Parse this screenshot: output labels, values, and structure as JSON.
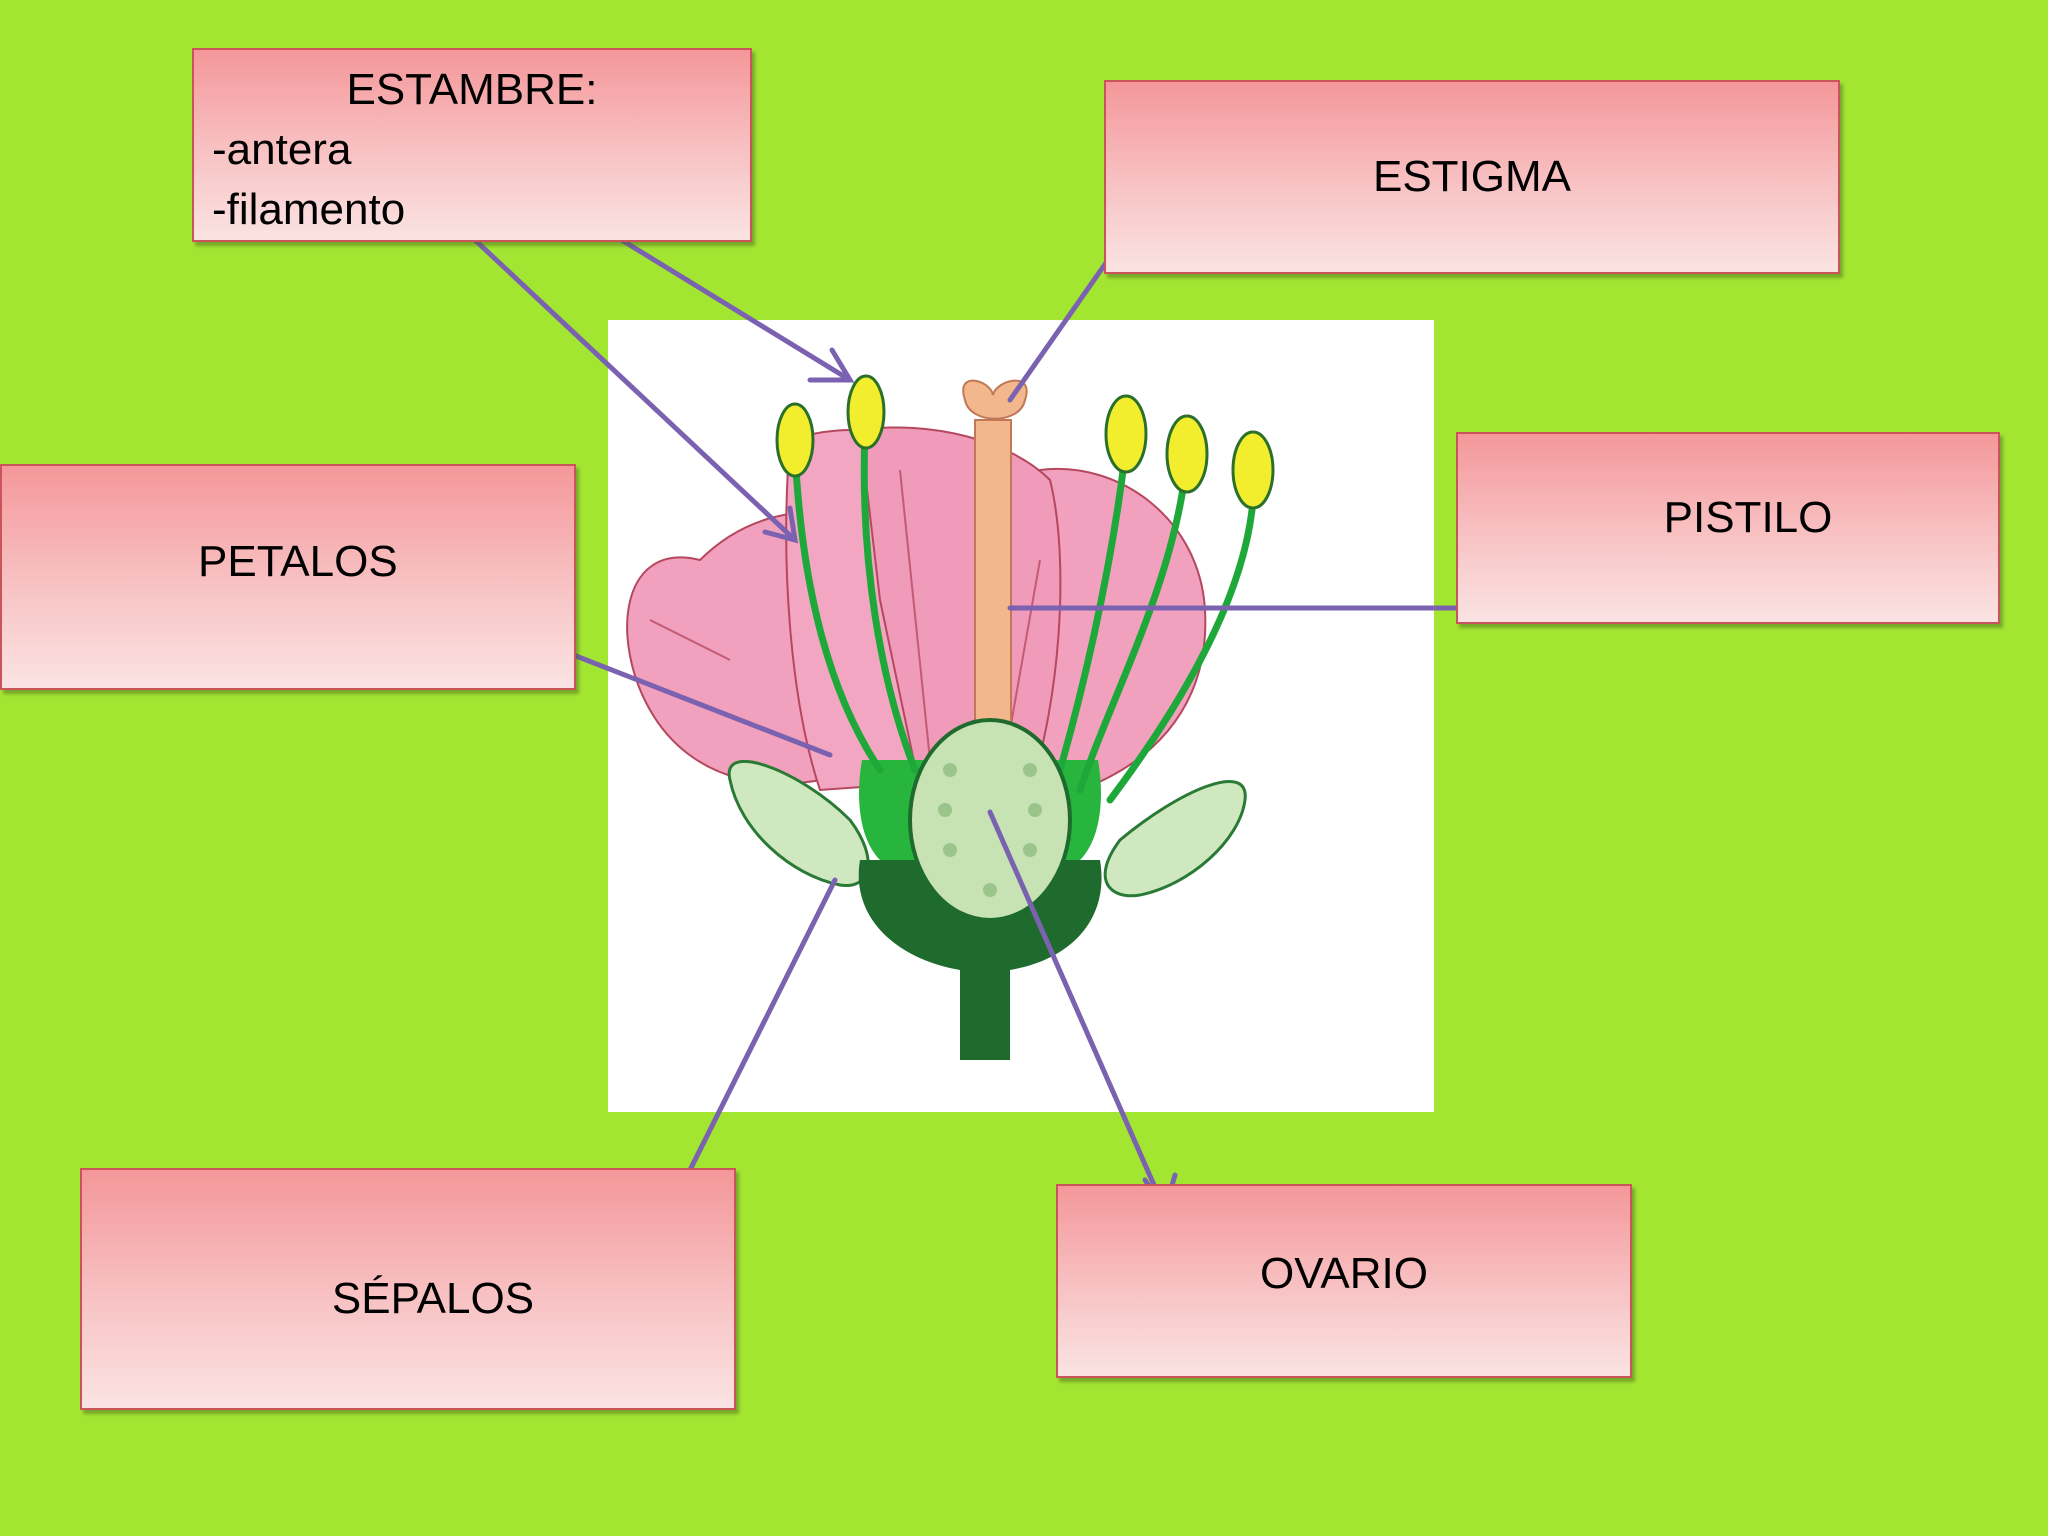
{
  "labels": {
    "estambre": {
      "title": "ESTAMBRE:",
      "line1": "-antera",
      "line2": "-filamento"
    },
    "estigma": "ESTIGMA",
    "pistilo": "PISTILO",
    "petalos": "PETALOS",
    "sepalos": "SÉPALOS",
    "ovario": "OVARIO"
  },
  "colors": {
    "background": "#a2e632",
    "label_fill": "#f8c3c4",
    "label_border": "#c9555a",
    "arrow": "#7b62b0",
    "petal": "#f2a2c0",
    "stamen_filament": "#1fa83a",
    "anther": "#f2ee2e",
    "ovary": "#c7e3b3",
    "receptacle": "#1f6b2e"
  }
}
